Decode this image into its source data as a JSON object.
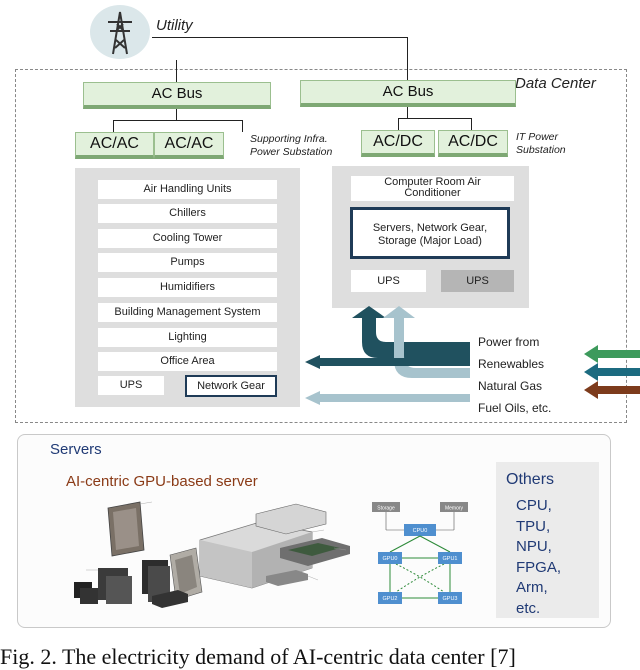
{
  "utility": {
    "label": "Utility",
    "icon": "transmission-tower-icon"
  },
  "data_center": {
    "label": "Data Center"
  },
  "buses": {
    "left": "AC Bus",
    "right": "AC Bus"
  },
  "converters": {
    "acac_1": "AC/AC",
    "acac_2": "AC/AC",
    "acdc_1": "AC/DC",
    "acdc_2": "AC/DC"
  },
  "substations": {
    "support_line1": "Supporting Infra.",
    "support_line2": "Power Substation",
    "it_line1": "IT Power",
    "it_line2": "Substation"
  },
  "support_items": [
    "Air Handling Units",
    "Chillers",
    "Cooling Tower",
    "Pumps",
    "Humidifiers",
    "Building Management System",
    "Lighting",
    "Office Area"
  ],
  "support_ups": "UPS",
  "support_network": "Network Gear",
  "it": {
    "crac_line1": "Computer Room Air",
    "crac_line2": "Conditioner",
    "servers_line1": "Servers, Network Gear,",
    "servers_line2": "Storage (Major Load)",
    "ups_left": "UPS",
    "ups_right": "UPS"
  },
  "power_sources": [
    "Power from",
    "Renewables",
    "Natural Gas",
    "Fuel Oils, etc."
  ],
  "servers_section": {
    "title": "Servers",
    "subtitle": "AI-centric GPU-based server",
    "others_title": "Others",
    "others_items": [
      "CPU,",
      "TPU,",
      "NPU,",
      "FPGA,",
      "Arm,",
      "etc."
    ]
  },
  "gpu_diagram": {
    "storage": "Storage",
    "memory": "Memory",
    "cpu": "CPU0",
    "gpus": [
      "GPU0",
      "GPU1",
      "GPU2",
      "GPU3"
    ]
  },
  "caption": "Fig. 2. The electricity demand of AI-centric data center [7]",
  "colors": {
    "bus_green": "#e2f1dc",
    "panel_gray": "#dedede",
    "navy": "#1f3b57",
    "teal_dark": "#20515f",
    "teal_light": "#a7c3cd",
    "arrow_green": "#3d9a5c",
    "arrow_teal": "#1c6b80",
    "arrow_brown": "#7d3b1c",
    "subtitle_brown": "#8a3a16",
    "gpu_blue": "#4f8fcf"
  }
}
